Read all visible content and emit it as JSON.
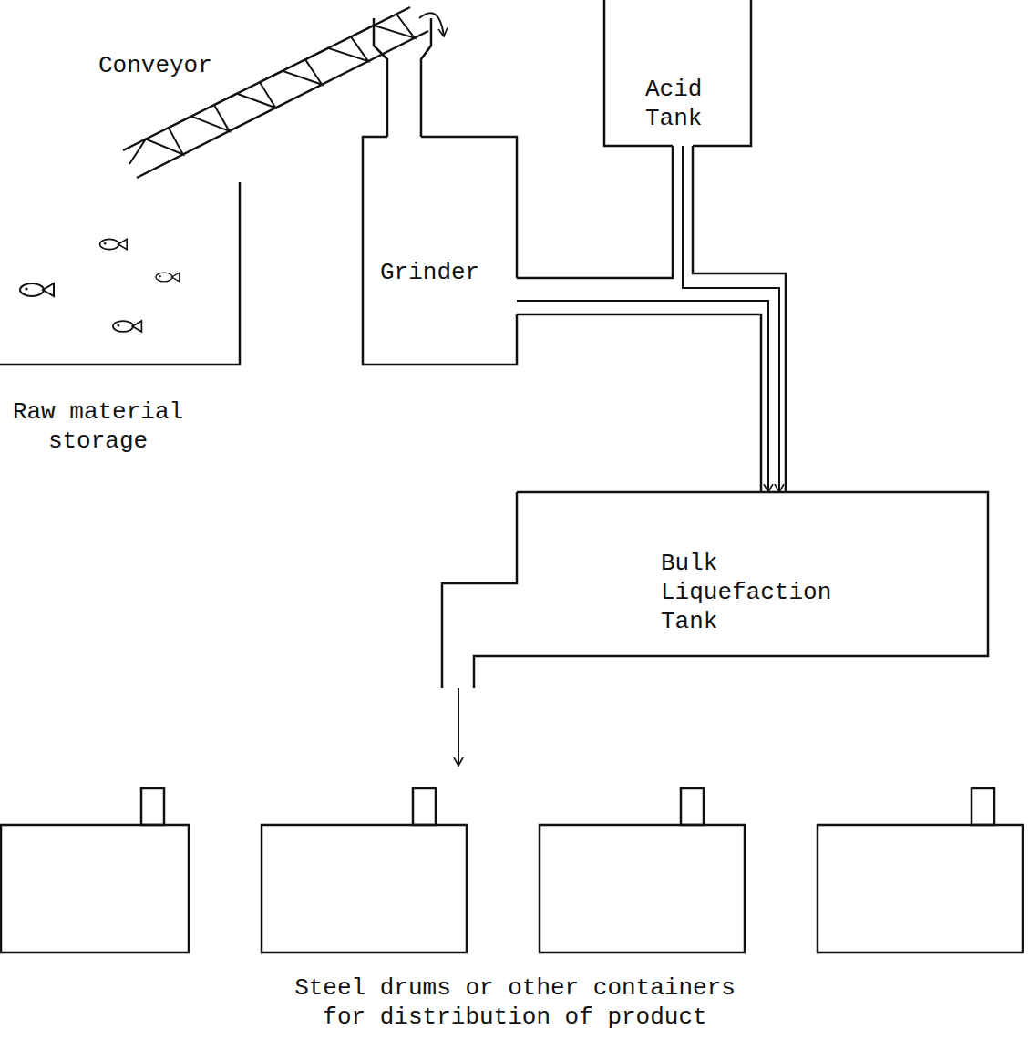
{
  "diagram": {
    "nodes": [
      {
        "text": [
          "Raw material storage"
        ]
      },
      {
        "text": [
          "Conveyor"
        ]
      },
      {
        "text": [
          "Grinder"
        ]
      },
      {
        "text": [
          "Acid Tank"
        ]
      },
      {
        "text": [
          "Bulk Liquefaction Tank"
        ]
      },
      {
        "text": [
          "Steel drums or other containers for distribution of product"
        ]
      }
    ],
    "edges": [
      {
        "from": 1,
        "to": 2,
        "arrow": "to"
      },
      {
        "from": 2,
        "to": 4,
        "arrow": "to"
      },
      {
        "from": 3,
        "to": 4,
        "arrow": "to"
      },
      {
        "from": 4,
        "to": 5,
        "arrow": "to"
      }
    ]
  }
}
